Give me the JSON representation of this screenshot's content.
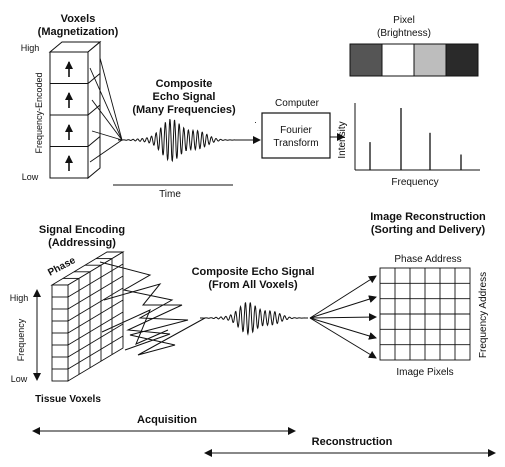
{
  "top": {
    "voxels_title_1": "Voxels",
    "voxels_title_2": "(Magnetization)",
    "axis_high": "High",
    "axis_low": "Low",
    "axis_label": "Frequency-Encoded",
    "echo_title_1": "Composite",
    "echo_title_2": "Echo Signal",
    "echo_title_3": "(Many Frequencies)",
    "time_label": "Time",
    "computer_label": "Computer",
    "ft_line_1": "Fourier",
    "ft_line_2": "Transform",
    "pixel_title_1": "Pixel",
    "pixel_title_2": "(Brightness)",
    "pixel_shades": [
      "#555555",
      "#ffffff",
      "#bdbdbd",
      "#2a2a2a"
    ],
    "intensity_label": "Intensity",
    "frequency_label": "Frequency",
    "spectrum_peaks": [
      0.45,
      1.0,
      0.6,
      0.25
    ]
  },
  "bottom": {
    "encoding_title_1": "Signal Encoding",
    "encoding_title_2": "(Addressing)",
    "phase_label": "Phase",
    "axis_high": "High",
    "axis_low": "Low",
    "axis_label": "Frequency",
    "tissue_label": "Tissue Voxels",
    "echo_title_1": "Composite Echo Signal",
    "echo_title_2": "(From All Voxels)",
    "recon_title_1": "Image Reconstruction",
    "recon_title_2": "(Sorting and Delivery)",
    "phase_address": "Phase Address",
    "frequency_address": "Frequency Address",
    "image_pixels": "Image Pixels"
  },
  "timeline": {
    "acquisition": "Acquisition",
    "reconstruction": "Reconstruction"
  }
}
